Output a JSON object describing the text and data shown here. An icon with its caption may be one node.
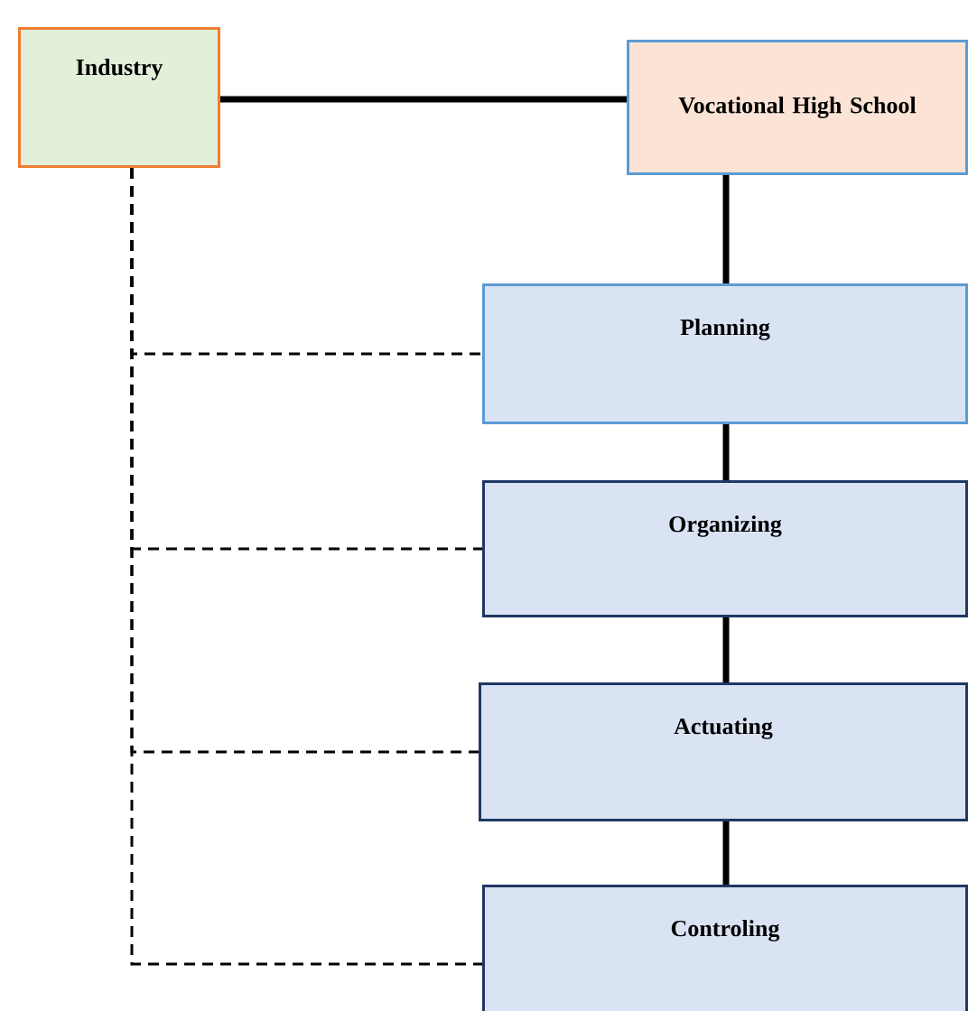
{
  "diagram": {
    "nodes": [
      {
        "text": [
          "Industry"
        ]
      },
      {
        "text": [
          "Vocational High School"
        ]
      },
      {
        "text": [
          "Planning"
        ]
      },
      {
        "text": [
          "Organizing"
        ]
      },
      {
        "text": [
          "Actuating"
        ]
      },
      {
        "text": [
          "Controling"
        ]
      }
    ],
    "edges": [
      {
        "from": 0,
        "to": 1,
        "arrow": "none"
      },
      {
        "from": 1,
        "to": 2,
        "arrow": "none"
      },
      {
        "from": 2,
        "to": 3,
        "arrow": "none"
      },
      {
        "from": 3,
        "to": 4,
        "arrow": "none"
      },
      {
        "from": 4,
        "to": 5,
        "arrow": "none"
      },
      {
        "from": 0,
        "to": 2,
        "arrow": "none",
        "style": "dashed"
      },
      {
        "from": 0,
        "to": 3,
        "arrow": "none",
        "style": "dashed"
      },
      {
        "from": 0,
        "to": 4,
        "arrow": "none",
        "style": "dashed"
      },
      {
        "from": 0,
        "to": 5,
        "arrow": "none",
        "style": "dashed"
      }
    ]
  }
}
